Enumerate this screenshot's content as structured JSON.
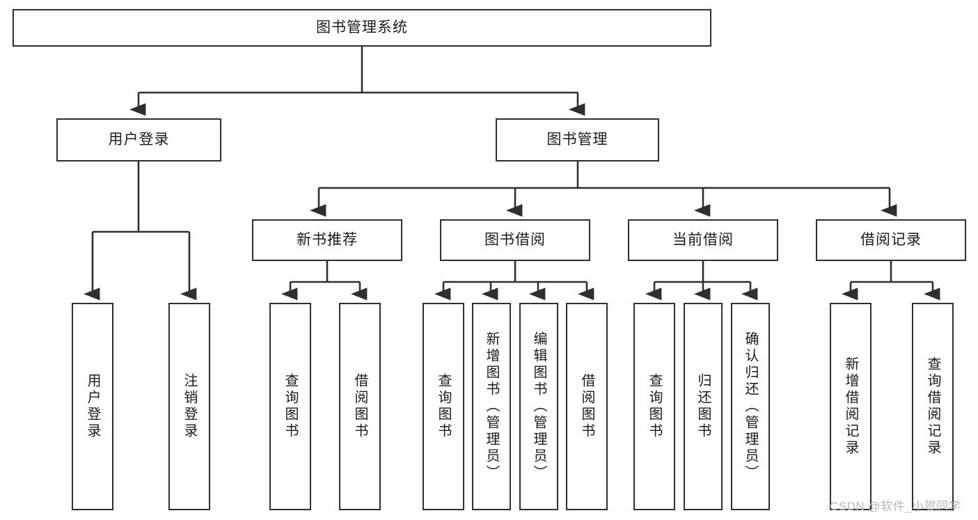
{
  "diagram": {
    "kind": "tree-structure-chart",
    "title": "图书管理系统",
    "watermark": "CSDN @软件_小贺同学",
    "colors": {
      "background": "#ffffff",
      "stroke": "#2f2f2f",
      "text": "#1b1b1b",
      "watermark": "#b9b9b9"
    },
    "root": {
      "label": "图书管理系统"
    },
    "level2": [
      {
        "label": "用户登录"
      },
      {
        "label": "图书管理"
      }
    ],
    "level3": [
      {
        "label": "新书推荐"
      },
      {
        "label": "图书借阅"
      },
      {
        "label": "当前借阅"
      },
      {
        "label": "借阅记录"
      }
    ],
    "leaves": {
      "user_login": [
        {
          "label": "用户登录"
        },
        {
          "label": "注销登录"
        }
      ],
      "new_book_recommend": [
        {
          "label": "查询图书"
        },
        {
          "label": "借阅图书"
        }
      ],
      "book_borrow": [
        {
          "label": "查询图书"
        },
        {
          "label": "新增图书（管理员）"
        },
        {
          "label": "编辑图书（管理员）"
        },
        {
          "label": "借阅图书"
        }
      ],
      "current_borrow": [
        {
          "label": "查询图书"
        },
        {
          "label": "归还图书"
        },
        {
          "label": "确认归还（管理员）"
        }
      ],
      "borrow_record": [
        {
          "label": "新增借阅记录"
        },
        {
          "label": "查询借阅记录"
        }
      ]
    }
  }
}
